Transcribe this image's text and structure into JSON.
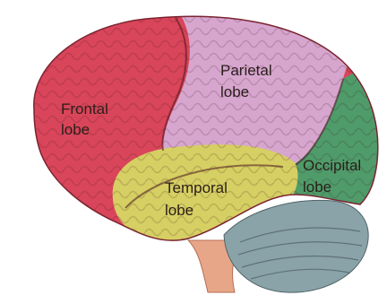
{
  "diagram": {
    "lobes": [
      {
        "key": "frontal",
        "line1": "Frontal",
        "line2": "lobe",
        "color": "#d9455a"
      },
      {
        "key": "parietal",
        "line1": "Parietal",
        "line2": "lobe",
        "color": "#d7a6cf"
      },
      {
        "key": "temporal",
        "line1": "Temporal",
        "line2": "lobe",
        "color": "#d6cf63"
      },
      {
        "key": "occipital",
        "line1": "Occipital",
        "line2": "lobe",
        "color": "#4f9b6a"
      }
    ],
    "other_colors": {
      "cerebellum": "#8aa3a8",
      "brainstem": "#e8a688",
      "background": "#ffffff"
    }
  }
}
